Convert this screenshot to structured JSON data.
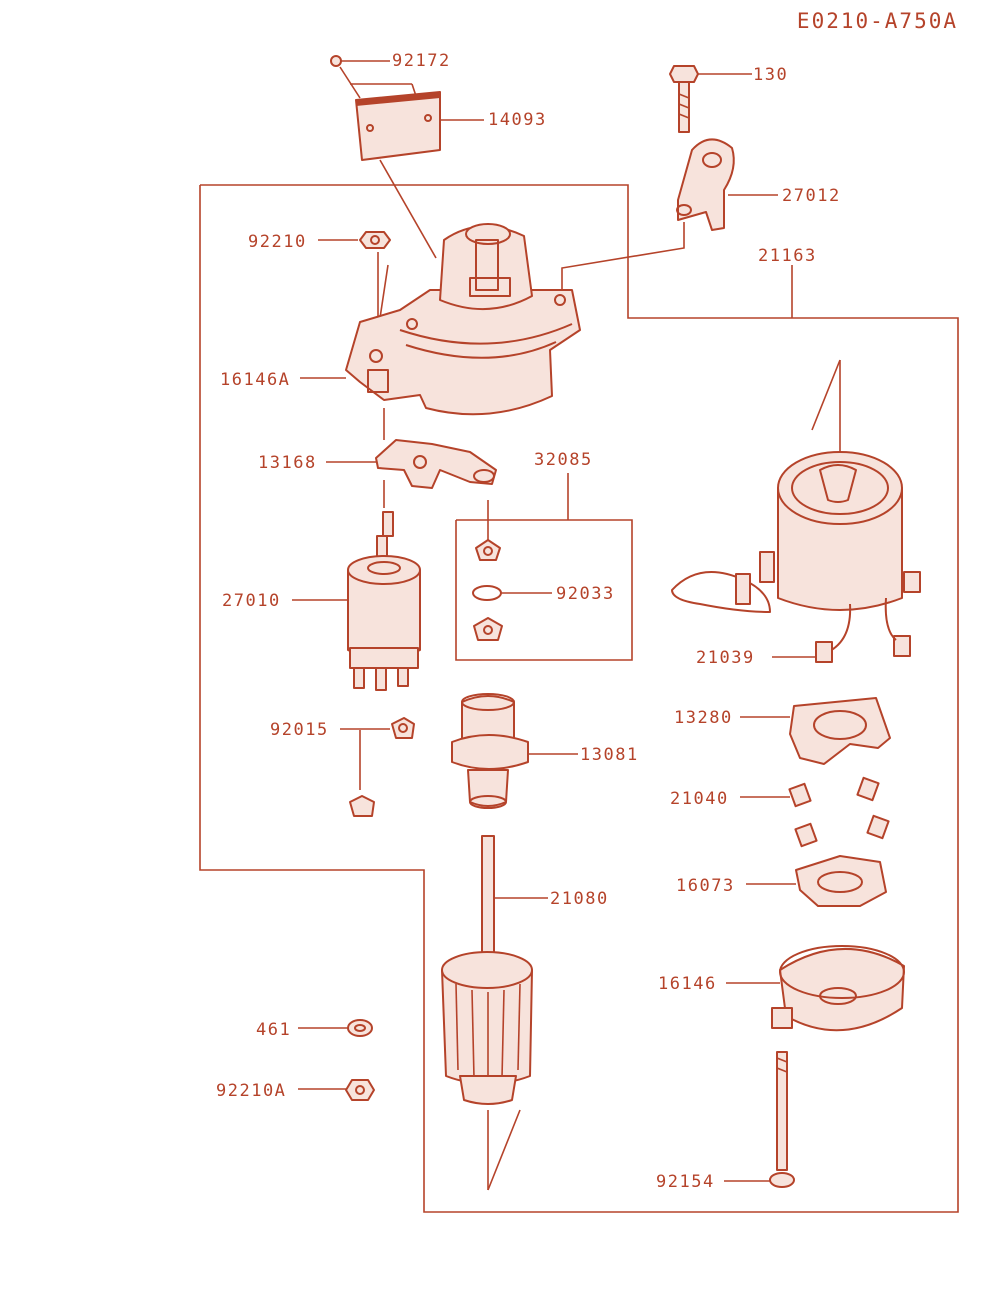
{
  "diagram": {
    "code": "E0210-A750A",
    "accent_color": "#b5432a",
    "parts": [
      {
        "number": "92172"
      },
      {
        "number": "14093"
      },
      {
        "number": "130"
      },
      {
        "number": "27012"
      },
      {
        "number": "21163"
      },
      {
        "number": "92210"
      },
      {
        "number": "16146A"
      },
      {
        "number": "13168"
      },
      {
        "number": "32085"
      },
      {
        "number": "27010"
      },
      {
        "number": "92033"
      },
      {
        "number": "21039"
      },
      {
        "number": "13280"
      },
      {
        "number": "92015"
      },
      {
        "number": "13081"
      },
      {
        "number": "21040"
      },
      {
        "number": "16073"
      },
      {
        "number": "21080"
      },
      {
        "number": "16146"
      },
      {
        "number": "461"
      },
      {
        "number": "92210A"
      },
      {
        "number": "92154"
      }
    ]
  }
}
